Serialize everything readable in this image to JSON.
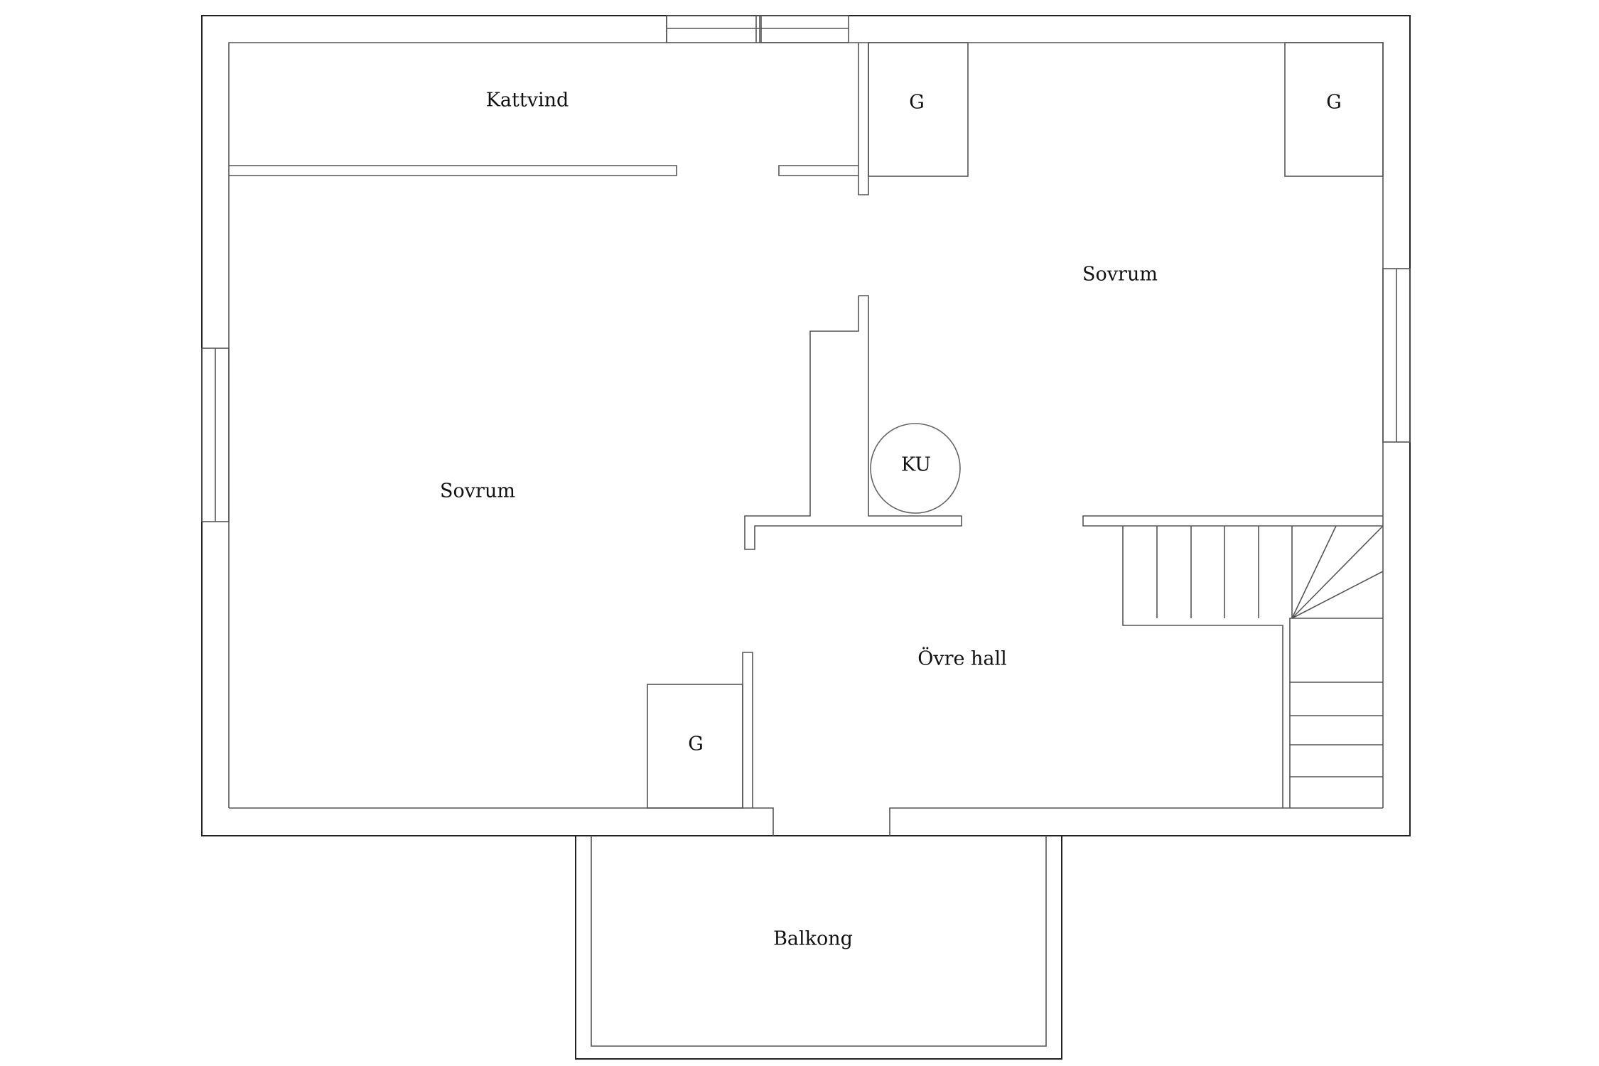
{
  "floorplan": {
    "rooms": {
      "kattvind": "Kattvind",
      "bedroom_left": "Sovrum",
      "bedroom_right": "Sovrum",
      "upper_hall": "Övre hall",
      "balcony": "Balkong"
    },
    "closets": {
      "closet_top_middle": "G",
      "closet_top_right": "G",
      "closet_bottom_left": "G"
    },
    "fixtures": {
      "ku_label": "KU"
    }
  }
}
